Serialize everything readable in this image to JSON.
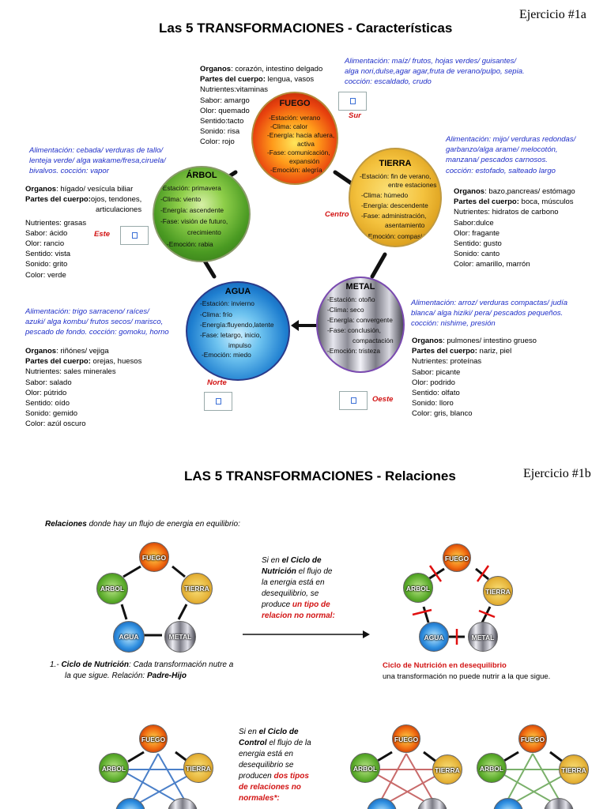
{
  "ex1": {
    "title": "Las 5 TRANSFORMACIONES - Características",
    "ejercicio": "Ejercicio #1a",
    "fuego": {
      "name": "FUEGO",
      "lines": [
        "-Estación: verano",
        "-Clima: calor",
        "-Energía: hacia afuera,",
        "activa",
        "-Fase: comunicación,",
        "expansión",
        "-Emoción: alegría"
      ],
      "info": [
        {
          "k": "Organos",
          "v": ": corazón, intestino delgado"
        },
        {
          "k": "Partes del cuerpo:",
          "v": " lengua, vasos"
        },
        {
          "k": "",
          "v": "Nutrientes:vitaminas"
        },
        {
          "k": "",
          "v": "Sabor: amargo"
        },
        {
          "k": "",
          "v": "Olor: quemado"
        },
        {
          "k": "",
          "v": "Sentido:tacto"
        },
        {
          "k": "",
          "v": "Sonido: risa"
        },
        {
          "k": "",
          "v": "Color: rojo"
        }
      ],
      "alim": [
        "Alimentación: maíz/ frutos, hojas verdes/ guisantes/",
        "alga nori,dulse,agar agar,fruta de verano/pulpo, sepia.",
        " cocción: escaldado, crudo"
      ],
      "dir": "Sur"
    },
    "tierra": {
      "name": "TIERRA",
      "lines": [
        "-Estación: fin de verano,",
        "entre estaciones",
        "-Clima: húmedo",
        "-Energía: descendente",
        "-Fase: administración,",
        "asentamiento",
        "-Emoción: compasión"
      ],
      "info": [
        {
          "k": "Organos",
          "v": ": bazo,pancreas/ estómago"
        },
        {
          "k": "Partes del cuerpo:",
          "v": " boca, músculos"
        },
        {
          "k": "",
          "v": "Nutrientes: hidratos de carbono"
        },
        {
          "k": "",
          "v": "Sabor:dulce"
        },
        {
          "k": "",
          "v": "Olor: fragante"
        },
        {
          "k": "",
          "v": "Sentido: gusto"
        },
        {
          "k": "",
          "v": "Sonido: canto"
        },
        {
          "k": "",
          "v": "Color: amarillo, marrón"
        }
      ],
      "alim": [
        "Alimentación: mijo/ verduras redondas/",
        "garbanzo/alga arame/ melocotón,",
        "manzana/ pescados carnosos.",
        "cocción: estofado, salteado largo"
      ],
      "dir": "Centro"
    },
    "metal": {
      "name": "METAL",
      "lines": [
        "-Estación: otoño",
        "-Clima: seco",
        "-Energía: convergente",
        "-Fase: conclusión,",
        "compactación",
        "-Emoción: tristeza"
      ],
      "info": [
        {
          "k": "Organos",
          "v": ": pulmones/ intestino grueso"
        },
        {
          "k": "Partes del cuerpo:",
          "v": " nariz, piel"
        },
        {
          "k": "",
          "v": "Nutrientes: proteínas"
        },
        {
          "k": "",
          "v": "Sabor: picante"
        },
        {
          "k": "",
          "v": "Olor: podrido"
        },
        {
          "k": "",
          "v": "Sentido: olfato"
        },
        {
          "k": "",
          "v": "Sonido: lloro"
        },
        {
          "k": "",
          "v": "Color: gris, blanco"
        }
      ],
      "alim": [
        "Alimentación: arroz/ verduras compactas/ judía",
        "blanca/ alga hiziki/ pera/ pescados pequeños.",
        "cocción: nishime, presión"
      ],
      "dir": "Oeste"
    },
    "agua": {
      "name": "AGUA",
      "lines": [
        "-Estación: invierno",
        "-Clima: frío",
        "-Energía:fluyendo,latente",
        "-Fase: letargo, inicio,",
        "impulso",
        "-Emoción: miedo"
      ],
      "info": [
        {
          "k": "Organos",
          "v": ": riñónes/ vejiga"
        },
        {
          "k": "Partes del cuerpo:",
          "v": " orejas, huesos"
        },
        {
          "k": "",
          "v": "Nutrientes: sales minerales"
        },
        {
          "k": "",
          "v": "Sabor: salado"
        },
        {
          "k": "",
          "v": "Olor: pútrido"
        },
        {
          "k": "",
          "v": "Sentido: oído"
        },
        {
          "k": "",
          "v": "Sonido: gemido"
        },
        {
          "k": "",
          "v": "Color: azúl oscuro"
        }
      ],
      "alim": [
        "Alimentación: trigo sarraceno/ raíces/",
        "azuki/ alga kombu/ frutos secos/ marisco,",
        "pescado de fondo. cocción: gomoku, horno"
      ],
      "dir": "Norte"
    },
    "arbol": {
      "name": "ÁRBOL",
      "lines": [
        "-Estación: primavera",
        "-Clima: viento",
        "-Energía: ascendente",
        "-Fase: visión de futuro,",
        "crecimiento",
        "-Emoción: rabia"
      ],
      "info": [
        {
          "k": "Organos",
          "v": ": hígado/ vesícula biliar"
        },
        {
          "k": "Partes del cuerpo:",
          "v": "ojos, tendones,"
        },
        {
          "k": "",
          "v": "articulaciones"
        },
        {
          "k": "",
          "v": "Nutrientes: grasas"
        },
        {
          "k": "",
          "v": "Sabor: ácido"
        },
        {
          "k": "",
          "v": "Olor: rancio"
        },
        {
          "k": "",
          "v": "Sentido: vista"
        },
        {
          "k": "",
          "v": "Sonido: grito"
        },
        {
          "k": "",
          "v": "Color: verde"
        }
      ],
      "alim": [
        "Alimentación: cebada/ verduras de tallo/",
        "lenteja verde/ alga wakame/fresa,ciruela/",
        "bivalvos. cocción: vapor"
      ],
      "dir": "Este"
    }
  },
  "ex2": {
    "title": "LAS 5 TRANSFORMACIONES - Relaciones",
    "ejercicio": "Ejercicio #1b",
    "intro_bold": "Relaciones",
    "intro_rest": " donde hay un flujo de energia en equilibrio:",
    "small_labels": {
      "fuego": "FUEGO",
      "tierra": "TIERRA",
      "metal": "METAL",
      "agua": "AGUA",
      "arbol": "ARBOL"
    },
    "mid1": [
      "Si en el Ciclo de",
      "Nutrición el flujo de",
      "la energia está en",
      "desequilibrio, se",
      "produce un tipo de",
      "relacion  no normal:"
    ],
    "cap1_a": "1.- ",
    "cap1_b": "Ciclo de Nutrición",
    "cap1_c": ": Cada transformación nutre a",
    "cap1_d": "la que sigue. Relación: ",
    "cap1_e": "Padre-Hijo",
    "cap2_red": "Ciclo de Nutrición en desequilibrio",
    "cap2_black": "una transformación no puede nutrir a la que sigue.",
    "mid2": [
      "Si en el  Ciclo de",
      "Control el flujo de la",
      "energia está en",
      "desequilibrio se",
      "producen dos tipos",
      "de relaciones  no",
      "normales*:"
    ]
  }
}
